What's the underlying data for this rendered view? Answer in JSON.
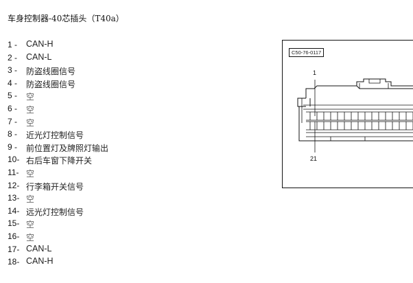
{
  "document": {
    "title": "车身控制器-40芯插头（T40a）",
    "pins": [
      {
        "num": "1 -",
        "desc": "CAN-H"
      },
      {
        "num": "2 -",
        "desc": "CAN-L"
      },
      {
        "num": "3 -",
        "desc": "防盗线圈信号"
      },
      {
        "num": "4 -",
        "desc": "防盗线圈信号"
      },
      {
        "num": "5 -",
        "desc": "空"
      },
      {
        "num": "6 -",
        "desc": "空"
      },
      {
        "num": "7 -",
        "desc": "空"
      },
      {
        "num": "8 -",
        "desc": "近光灯控制信号"
      },
      {
        "num": "9 -",
        "desc": "前位置灯及牌照灯输出"
      },
      {
        "num": "10-",
        "desc": "右后车窗下降开关"
      },
      {
        "num": "11-",
        "desc": "空"
      },
      {
        "num": "12-",
        "desc": "行李箱开关信号"
      },
      {
        "num": "13-",
        "desc": "空"
      },
      {
        "num": "14-",
        "desc": "远光灯控制信号"
      },
      {
        "num": "15-",
        "desc": "空"
      },
      {
        "num": "16-",
        "desc": "空"
      },
      {
        "num": "17-",
        "desc": "CAN-L"
      },
      {
        "num": "18-",
        "desc": "CAN-H"
      }
    ]
  },
  "figure": {
    "ref_code": "C50-76-0117",
    "callout_top": "1",
    "callout_bottom": "21"
  }
}
